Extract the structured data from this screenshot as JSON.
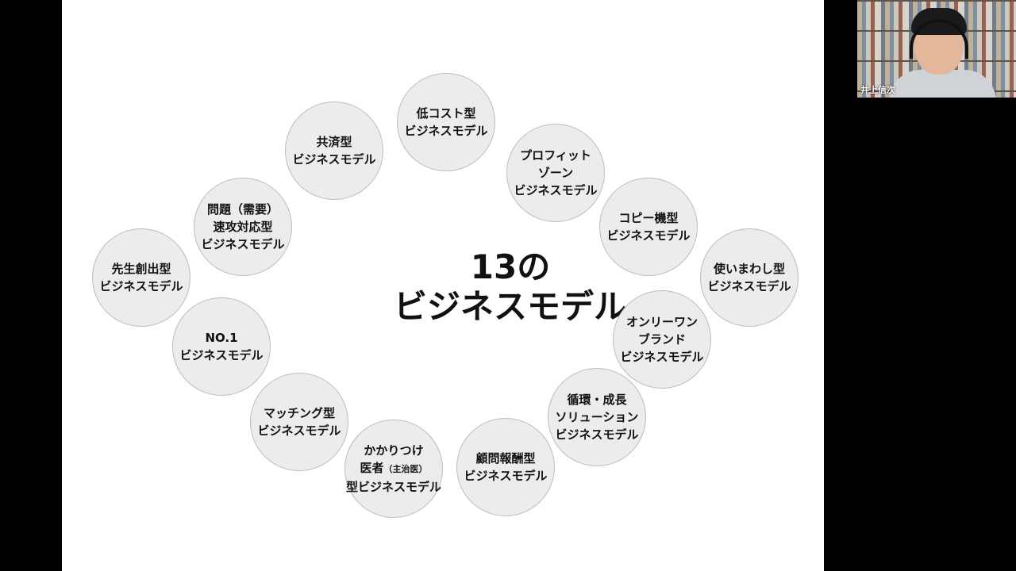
{
  "slide": {
    "center_title": [
      "13の",
      "ビジネスモデル"
    ],
    "circles": [
      {
        "id": "low-cost",
        "lines": [
          "低コスト型",
          "ビジネスモデル"
        ]
      },
      {
        "id": "profit-zone",
        "lines": [
          "プロフィット",
          "ゾーン",
          "ビジネスモデル"
        ]
      },
      {
        "id": "copier",
        "lines": [
          "コピー機型",
          "ビジネスモデル"
        ]
      },
      {
        "id": "reuse",
        "lines": [
          "使いまわし型",
          "ビジネスモデル"
        ]
      },
      {
        "id": "only-one",
        "lines": [
          "オンリーワン",
          "ブランド",
          "ビジネスモデル"
        ]
      },
      {
        "id": "cycle-growth",
        "lines": [
          "循環・成長",
          "ソリューション",
          "ビジネスモデル"
        ]
      },
      {
        "id": "advisory-fee",
        "lines": [
          "顧問報酬型",
          "ビジネスモデル"
        ]
      },
      {
        "id": "family-doctor",
        "lines": [
          "かかりつけ",
          "医者",
          "型ビジネスモデル"
        ],
        "small": "（主治医）"
      },
      {
        "id": "matching",
        "lines": [
          "マッチング型",
          "ビジネスモデル"
        ]
      },
      {
        "id": "no1",
        "lines": [
          "NO.1",
          "ビジネスモデル"
        ]
      },
      {
        "id": "first-mover",
        "lines": [
          "先生創出型",
          "ビジネスモデル"
        ]
      },
      {
        "id": "problem-solving",
        "lines": [
          "問題（需要）",
          "速攻対応型",
          "ビジネスモデル"
        ]
      },
      {
        "id": "mutual-aid",
        "lines": [
          "共済型",
          "ビジネスモデル"
        ]
      }
    ]
  },
  "video": {
    "name": "井上信次"
  }
}
